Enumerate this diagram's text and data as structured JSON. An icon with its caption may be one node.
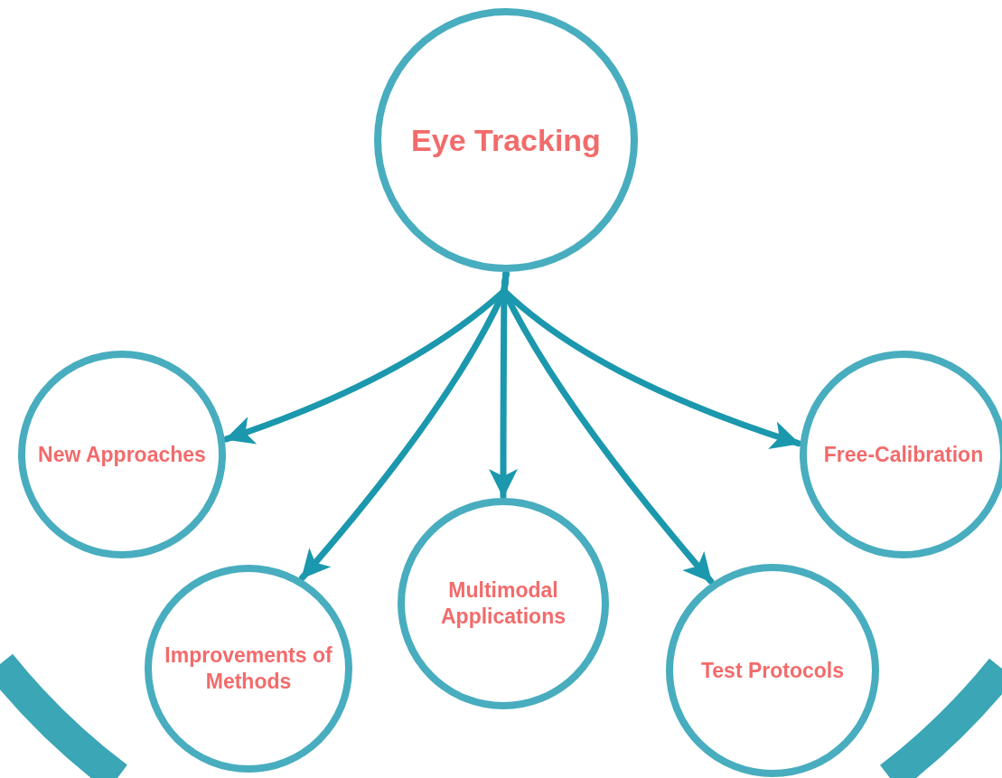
{
  "diagram": {
    "nodes": [
      {
        "text": [
          "Eye Tracking"
        ]
      },
      {
        "text": [
          "New Approaches"
        ]
      },
      {
        "text": [
          "Improvements of Methods"
        ]
      },
      {
        "text": [
          "Multimodal Applications"
        ]
      },
      {
        "text": [
          "Test Protocols"
        ]
      },
      {
        "text": [
          "Free-Calibration"
        ]
      }
    ],
    "edges": [
      {
        "from": 0,
        "to": 1,
        "arrow": "to"
      },
      {
        "from": 0,
        "to": 2,
        "arrow": "to"
      },
      {
        "from": 0,
        "to": 3,
        "arrow": "to"
      },
      {
        "from": 0,
        "to": 4,
        "arrow": "to"
      },
      {
        "from": 0,
        "to": 5,
        "arrow": "to"
      }
    ]
  }
}
